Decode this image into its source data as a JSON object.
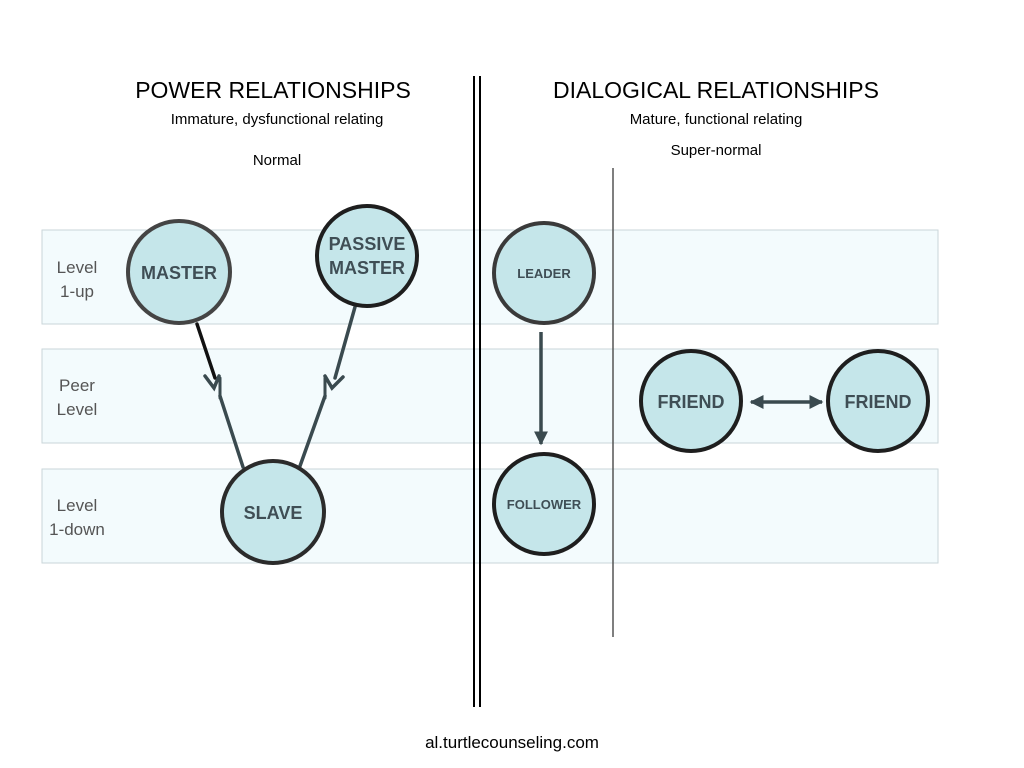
{
  "power": {
    "title": "POWER RELATIONSHIPS",
    "subtitle": "Immature, dysfunctional relating",
    "note": "Normal"
  },
  "dialogical": {
    "title": "DIALOGICAL RELATIONSHIPS",
    "subtitle": "Mature, functional relating",
    "note": "Super-normal"
  },
  "levels": [
    {
      "line1": "Level",
      "line2": "1-up"
    },
    {
      "line1": "Peer",
      "line2": "Level"
    },
    {
      "line1": "Level",
      "line2": "1-down"
    }
  ],
  "nodes": {
    "master": {
      "line1": "MASTER"
    },
    "passive_master": {
      "line1": "PASSIVE",
      "line2": "MASTER"
    },
    "slave": {
      "line1": "SLAVE"
    },
    "leader": {
      "line1": "LEADER"
    },
    "follower": {
      "line1": "FOLLOWER"
    },
    "friend_left": {
      "line1": "FRIEND"
    },
    "friend_right": {
      "line1": "FRIEND"
    }
  },
  "footer": "al.turtlecounseling.com",
  "colors": {
    "node_fill": "#c5e6ea",
    "node_stroke": "#2b2b2b",
    "band_fill": "#f3fbfd",
    "arrow": "#3a4a4f"
  }
}
